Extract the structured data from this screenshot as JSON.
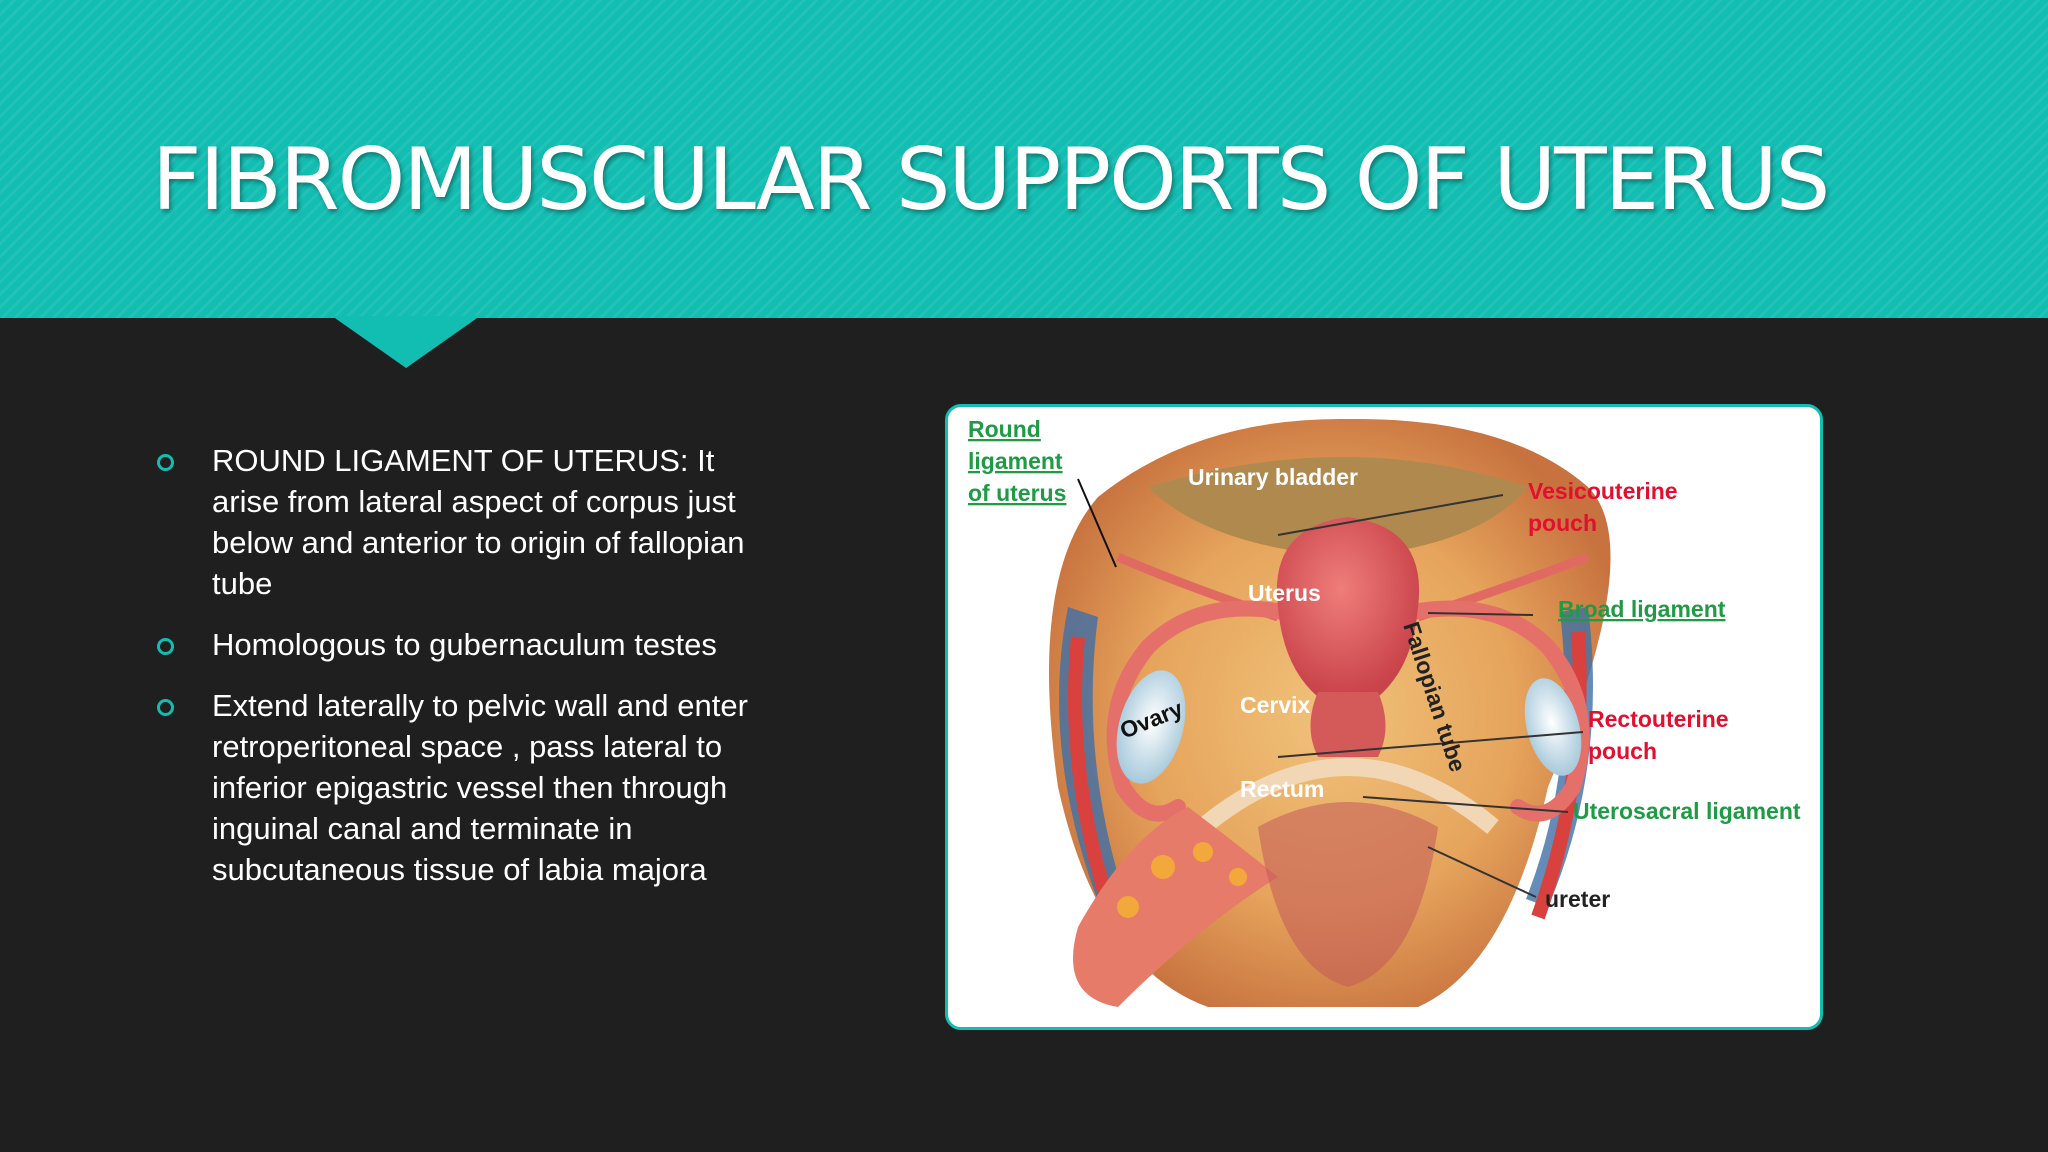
{
  "slide": {
    "title": "FIBROMUSCULAR SUPPORTS OF UTERUS",
    "bullets": [
      "ROUND LIGAMENT OF UTERUS: It arise from lateral aspect of corpus just below and anterior to origin of fallopian tube",
      "Homologous to gubernaculum testes",
      "Extend laterally to pelvic wall and enter retroperitoneal space , pass lateral to inferior epigastric vessel then through inguinal canal and terminate in subcutaneous tissue of labia majora"
    ]
  },
  "figure": {
    "labels": {
      "round_ligament": [
        "Round",
        "ligament",
        "of uterus"
      ],
      "urinary_bladder": "Urinary bladder",
      "vesicouterine_pouch": [
        "Vesicouterine",
        "pouch"
      ],
      "uterus": "Uterus",
      "fallopian_tube": "Fallopian tube",
      "broad_ligament": "Broad ligament",
      "ovary": "Ovary",
      "cervix": "Cervix",
      "rectouterine_pouch": [
        "Rectouterine",
        "pouch"
      ],
      "rectum": "Rectum",
      "uterosacral_ligament": "Uterosacral ligament",
      "ureter": "ureter"
    }
  },
  "colors": {
    "accent": "#12bdb2",
    "background": "#1f1f1f",
    "label_red": "#e0102e",
    "label_green": "#1f9a45"
  }
}
